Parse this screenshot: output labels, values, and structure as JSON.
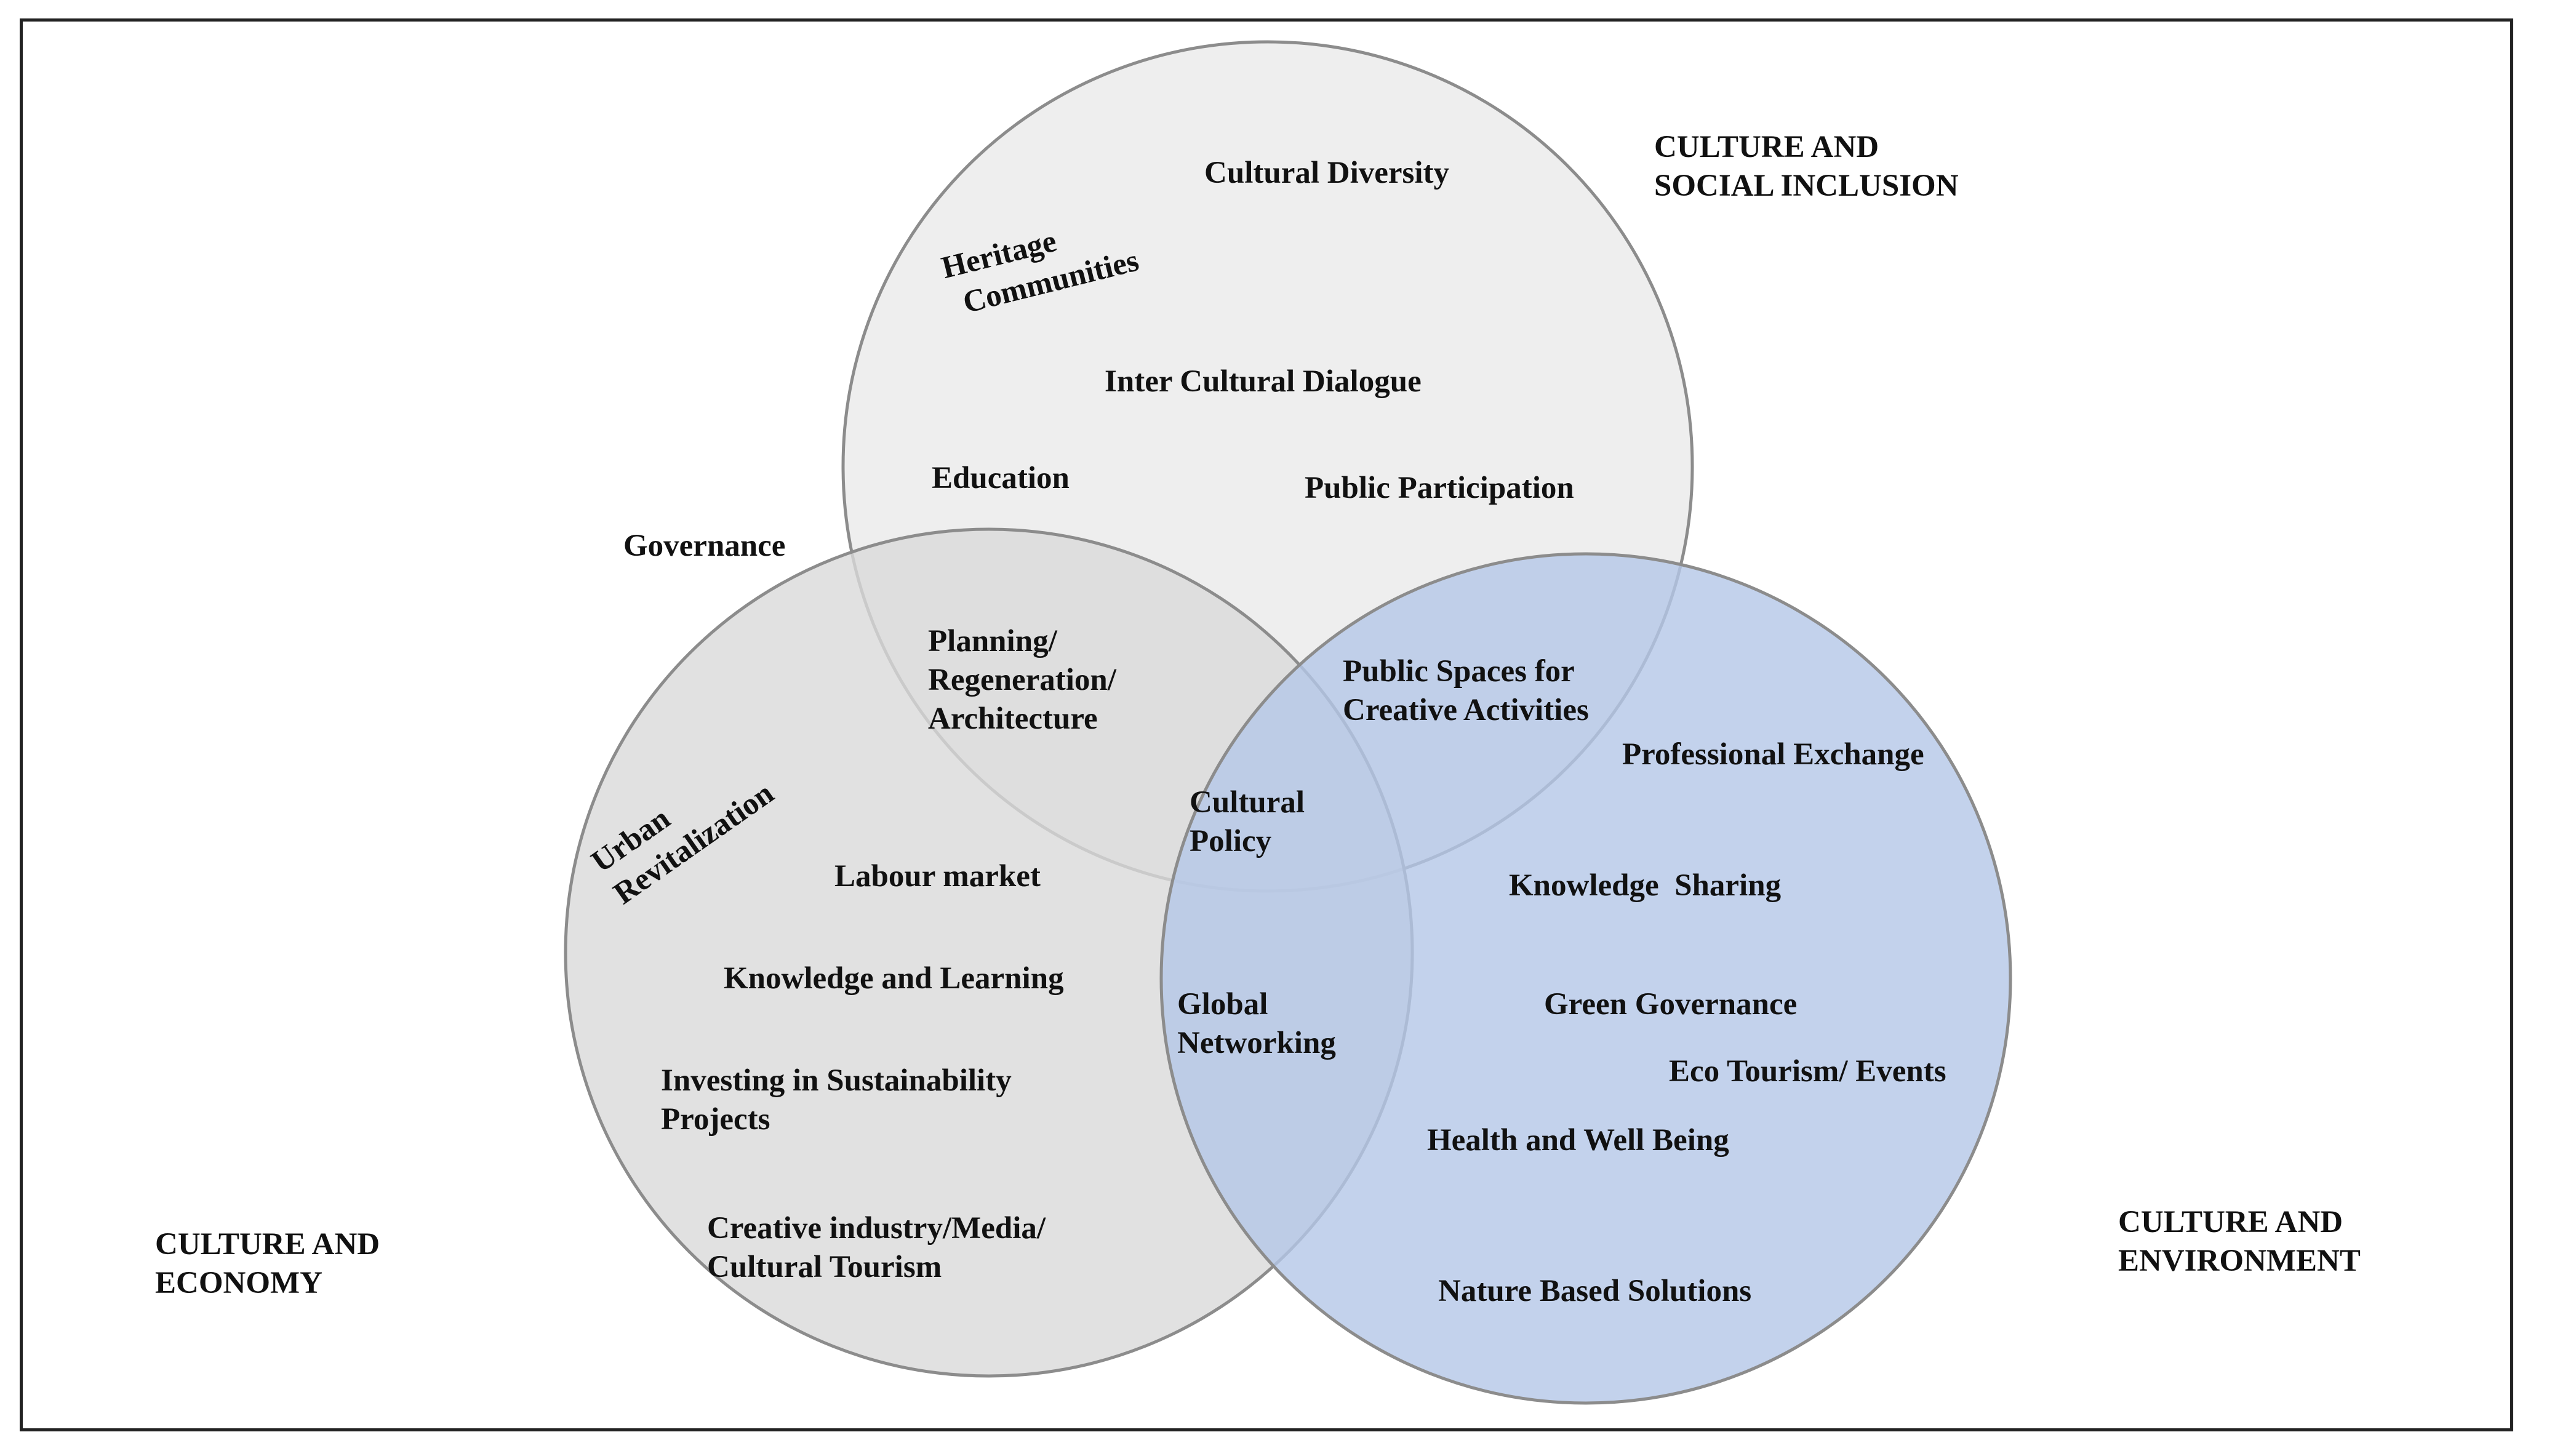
{
  "colors": {
    "social_circle_fill": "#ececec",
    "economy_circle_fill": "#d9d9d9",
    "environment_circle_fill": "#b4c7e7",
    "circle_stroke": "#8c8c8c",
    "frame_border": "#222222",
    "text": "#111111"
  },
  "headings": {
    "social_line1": "CULTURE AND",
    "social_line2": "SOCIAL INCLUSION",
    "economy_line1": "CULTURE AND",
    "economy_line2": "ECONOMY",
    "environment_line1": "CULTURE AND",
    "environment_line2": "ENVIRONMENT"
  },
  "terms": {
    "cultural_diversity": "Cultural Diversity",
    "heritage_line1": "Heritage",
    "heritage_line2": "Communities",
    "inter_cultural_dialogue": "Inter Cultural Dialogue",
    "education": "Education",
    "public_participation": "Public Participation",
    "governance": "Governance",
    "planning_line1": "Planning/",
    "planning_line2": "Regeneration/",
    "planning_line3": "Architecture",
    "public_spaces_line1": "Public Spaces for",
    "public_spaces_line2": "Creative Activities",
    "professional_exchange": "Professional Exchange",
    "urban_line1": "Urban",
    "urban_line2": "Revitalization",
    "cultural_policy_line1": "Cultural",
    "cultural_policy_line2": "Policy",
    "labour_market": "Labour market",
    "knowledge_sharing": "Knowledge  Sharing",
    "knowledge_learning": "Knowledge and Learning",
    "global_networking_line1": "Global",
    "global_networking_line2": "Networking",
    "green_governance": "Green Governance",
    "investing_line1": "Investing in Sustainability",
    "investing_line2": "Projects",
    "eco_tourism": "Eco Tourism/ Events",
    "health_well_being": "Health and Well Being",
    "creative_industry_line1": "Creative industry/Media/",
    "creative_industry_line2": "Cultural Tourism",
    "nature_based_solutions": "Nature Based Solutions"
  }
}
